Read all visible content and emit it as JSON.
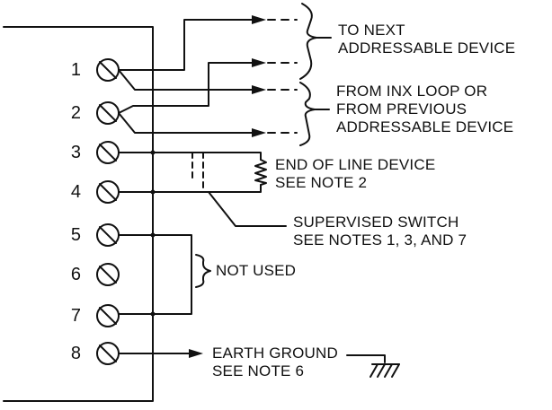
{
  "terminals": [
    {
      "number": "1"
    },
    {
      "number": "2"
    },
    {
      "number": "3"
    },
    {
      "number": "4"
    },
    {
      "number": "5"
    },
    {
      "number": "6"
    },
    {
      "number": "7"
    },
    {
      "number": "8"
    }
  ],
  "labels": {
    "next_device_line1": "TO NEXT",
    "next_device_line2": "ADDRESSABLE DEVICE",
    "from_loop_line1": "FROM INX LOOP OR",
    "from_loop_line2": "FROM PREVIOUS",
    "from_loop_line3": "ADDRESSABLE DEVICE",
    "eol_line1": "END OF LINE DEVICE",
    "eol_line2": "SEE NOTE 2",
    "switch_line1": "SUPERVISED SWITCH",
    "switch_line2": "SEE NOTES 1, 3, AND 7",
    "not_used": "NOT USED",
    "earth_line1": "EARTH GROUND",
    "earth_line2": "SEE NOTE 6"
  },
  "colors": {
    "ink": "#111111",
    "background": "#ffffff"
  }
}
